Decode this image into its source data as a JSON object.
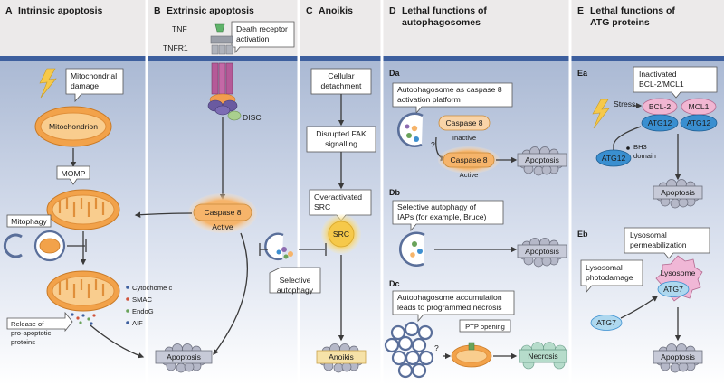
{
  "panels": {
    "A": "A",
    "A_title": "Intrinsic apoptosis",
    "B": "B",
    "B_title": "Extrinsic apoptosis",
    "C": "C",
    "C_title": "Anoikis",
    "D": "D",
    "D_title_1": "Lethal functions of",
    "D_title_2": "autophagosomes",
    "E": "E",
    "E_title_1": "Lethal functions of",
    "E_title_2": "ATG proteins"
  },
  "A": {
    "callout_damage_1": "Mitochondrial",
    "callout_damage_2": "damage",
    "mitochondrion": "Mitochondrion",
    "momp": "MOMP",
    "mitophagy": "Mitophagy",
    "release_1": "Release of",
    "release_2": "pro-apoptotic",
    "release_3": "proteins",
    "proteins": [
      "Cytochome c",
      "SMAC",
      "EndoG",
      "AIF"
    ],
    "apoptosis": "Apoptosis"
  },
  "B": {
    "tnf": "TNF",
    "tnfr1": "TNFR1",
    "callout_1": "Death receptor",
    "callout_2": "activation",
    "disc": "DISC",
    "caspase8": "Caspase 8",
    "active": "Active"
  },
  "C": {
    "detach_1": "Cellular",
    "detach_2": "detachment",
    "fak_1": "Disrupted FAK",
    "fak_2": "signalling",
    "overact_1": "Overactivated",
    "overact_2": "SRC",
    "src": "SRC",
    "selective_1": "Selective",
    "selective_2": "autophagy",
    "anoikis": "Anoikis"
  },
  "D": {
    "Da": "Da",
    "da_callout_1": "Autophagosome as caspase 8",
    "da_callout_2": "activation platform",
    "caspase8": "Caspase 8",
    "inactive": "Inactive",
    "active": "Active",
    "question": "?",
    "apoptosis": "Apoptosis",
    "Db": "Db",
    "db_callout_1": "Selective autophagy of",
    "db_callout_2": "IAPs (for example, Bruce)",
    "Dc": "Dc",
    "dc_callout_1": "Autophagosome accumulation",
    "dc_callout_2": "leads to programmed necrosis",
    "ptp": "PTP opening",
    "necrosis": "Necrosis"
  },
  "E": {
    "Ea": "Ea",
    "inactivated_1": "Inactivated",
    "inactivated_2": "BCL-2/MCL1",
    "stress": "Stress",
    "bcl2": "BCL-2",
    "mcl1": "MCL1",
    "atg12": "ATG12",
    "bh3_1": "BH3",
    "bh3_2": "domain",
    "apoptosis": "Apoptosis",
    "Eb": "Eb",
    "lys_perm_1": "Lysosomal",
    "lys_perm_2": "permeabilization",
    "lys_photo_1": "Lysosomal",
    "lys_photo_2": "photodamage",
    "lysosome": "Lysosome",
    "atg7": "ATG7"
  },
  "colors": {
    "header_bg": "#eceaea",
    "body_bg_top": "#aab9d4",
    "body_bg_bottom": "#ffffff",
    "blue_bar": "#3d5f9e",
    "mito_orange": "#f2a24a",
    "caspase_orange": "#f6b46a",
    "src_yellow": "#f6c94a",
    "atg_blue": "#3a8fd0",
    "bcl_pink": "#f1b6d2",
    "necrosis_green": "#b6dccb",
    "lysosome_pink": "#f0b7d6"
  }
}
